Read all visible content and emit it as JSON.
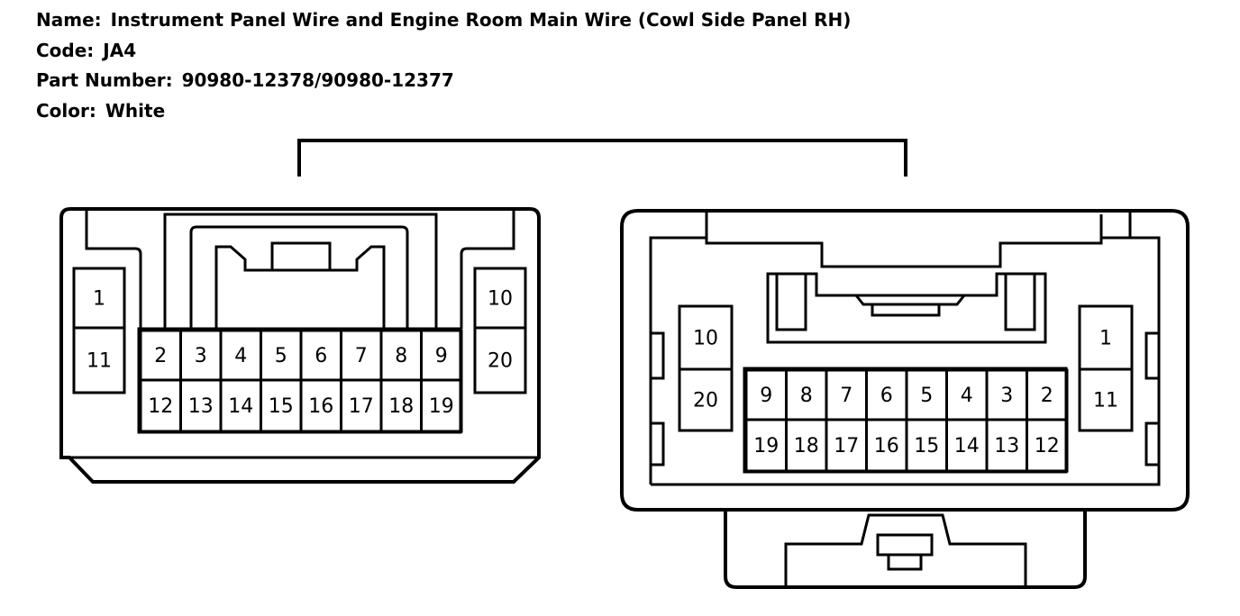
{
  "header": {
    "name_label": "Name:",
    "name_value": "Instrument Panel Wire and Engine Room Main Wire (Cowl Side Panel RH)",
    "code_label": "Code:",
    "code_value": "JA4",
    "part_label": "Part Number:",
    "part_value": "90980-12378/90980-12377",
    "color_label": "Color:",
    "color_value": "White"
  },
  "left_connector": {
    "left_pins": [
      "1",
      "11"
    ],
    "right_pins": [
      "10",
      "20"
    ],
    "top_row": [
      "2",
      "3",
      "4",
      "5",
      "6",
      "7",
      "8",
      "9"
    ],
    "bottom_row": [
      "12",
      "13",
      "14",
      "15",
      "16",
      "17",
      "18",
      "19"
    ]
  },
  "right_connector": {
    "left_pins": [
      "10",
      "20"
    ],
    "right_pins": [
      "1",
      "11"
    ],
    "top_row": [
      "9",
      "8",
      "7",
      "6",
      "5",
      "4",
      "3",
      "2"
    ],
    "bottom_row": [
      "19",
      "18",
      "17",
      "16",
      "15",
      "14",
      "13",
      "12"
    ]
  }
}
